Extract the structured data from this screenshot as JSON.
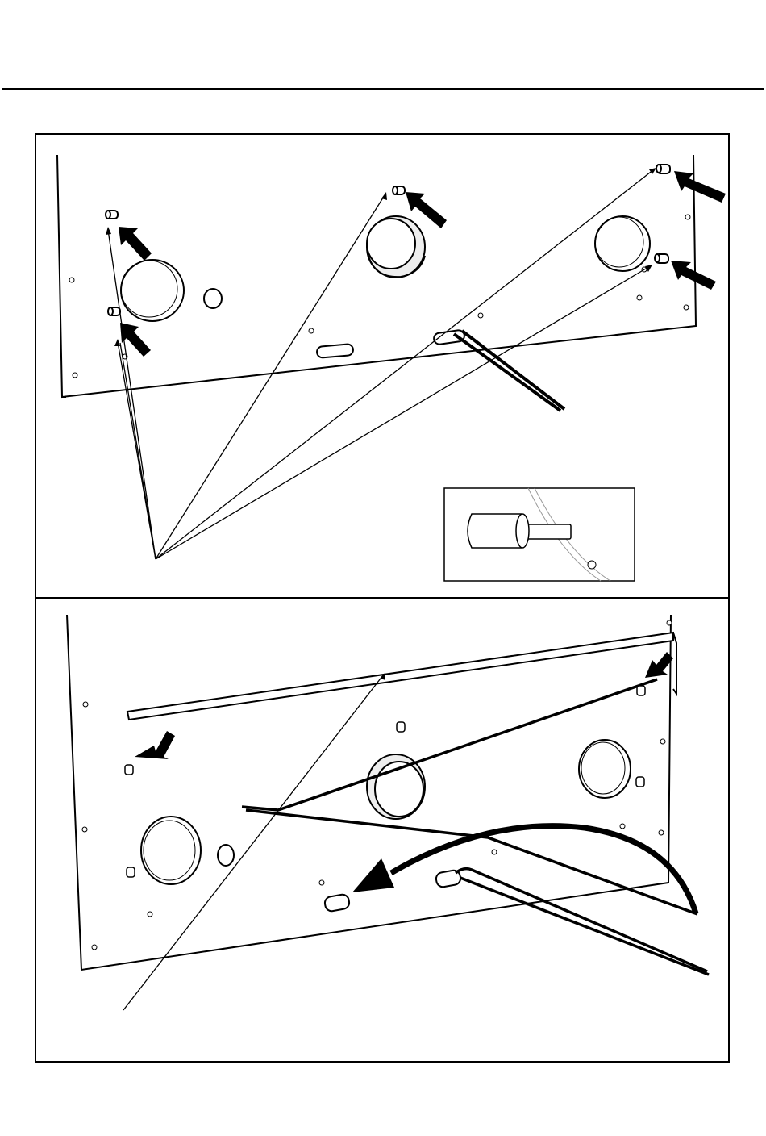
{
  "document": {
    "kind": "installation-diagram",
    "text_labels": []
  },
  "figure_top": {
    "elements": [
      "back-panel",
      "left-round-opening",
      "center-round-opening",
      "right-round-opening",
      "mounting-studs",
      "slot-opening",
      "wire-rod",
      "detail-inset",
      "leader-lines",
      "callout-arrows"
    ],
    "stud_count": 5
  },
  "figure_bottom": {
    "elements": [
      "back-panel",
      "mounting-bar",
      "round-openings",
      "wire-rod",
      "curved-motion-arrow",
      "callout-arrows",
      "leader-line"
    ]
  },
  "colors": {
    "line": "#000000",
    "background": "#ffffff",
    "fill": "#ffffff",
    "shade": "#d9d9d9"
  }
}
